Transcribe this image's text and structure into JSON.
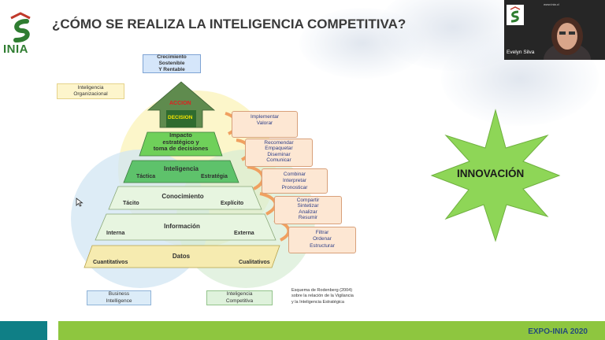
{
  "title": "¿CÓMO SE REALIZA LA INTELIGENCIA COMPETITIVA?",
  "logo": {
    "text": "INIA"
  },
  "video": {
    "participant": "Evelyn Silva",
    "url": "www.inia.cl"
  },
  "diagram": {
    "top_box": "Crecimiento Sostenible\nY Rentable",
    "org_box": "Inteligencia\nOrganizacional",
    "bi_box": "Business\nIntelligence",
    "ci_box": "Inteligencia\nCompetitiva",
    "arrow": {
      "accion": "ACCION",
      "decision": "DECISION"
    },
    "levels": [
      {
        "title": "Impacto\nestratégico y\ntoma de decisiones",
        "left": "",
        "right": ""
      },
      {
        "title": "Inteligencia",
        "left": "Táctica",
        "right": "Estratégia"
      },
      {
        "title": "Conocimiento",
        "left": "Tácito",
        "right": "Explícito"
      },
      {
        "title": "Información",
        "left": "Interna",
        "right": "Externa"
      },
      {
        "title": "Datos",
        "left": "Cuantitativos",
        "right": "Cualitativos"
      }
    ],
    "steps": [
      "Implementar\nValorar",
      "Recomendar\nEmpaquetar\nDiseminar\nComunicar",
      "Combinar\nInterpretar\nPronosticar",
      "Compartir\nSintetizar\nAnalizar\nResumir",
      "Filtrar\nOrdenar\nEstructurar"
    ],
    "note": "Esquema de Rodenberg (2004)\nsobre la relación de la Vigilancia\ny la Inteligencia Estratégica"
  },
  "innovation": "INNOVACIÓN",
  "footer": "EXPO-INIA 2020",
  "colors": {
    "green_dark": "#3c7a3e",
    "green_light": "#8ec63f",
    "teal": "#0f7f86",
    "yellow_circle": "#fbf3b8",
    "blue_circle": "#d2e6f3",
    "star": "#8ed657",
    "step_fill": "#fde7d3",
    "footer_text": "#244a7a"
  }
}
